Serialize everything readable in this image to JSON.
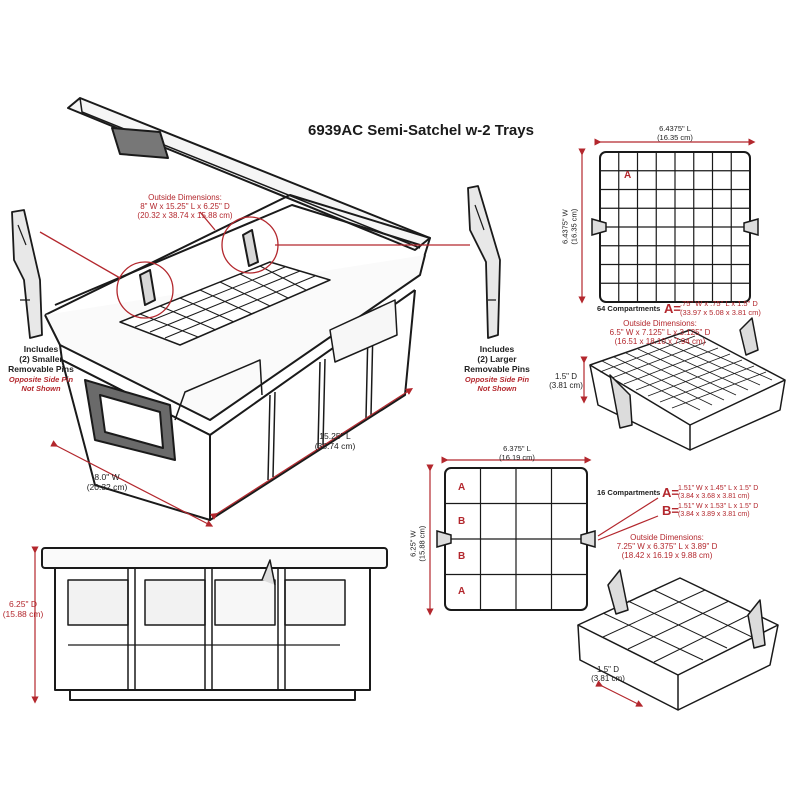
{
  "title": "6939AC Semi-Satchel w-2 Trays",
  "main_box": {
    "outside_heading": "Outside Dimensions:",
    "outside_in": "8\" W x 15.25\" L x 6.25\" D",
    "outside_cm": "(20.32 x 38.74 x 15.88 cm)",
    "length_in": "15.25\" L",
    "length_cm": "(38.74 cm)",
    "width_in": "8.0\" W",
    "width_cm": "(20.32 cm)",
    "left_pins": [
      "Includes",
      "(2) Smaller",
      "Removable Pins"
    ],
    "right_pins": [
      "Includes",
      "(2) Larger",
      "Removable Pins"
    ],
    "pin_note": [
      "Opposite Side Pin",
      "Not Shown"
    ]
  },
  "side_view": {
    "depth_in": "6.25\" D",
    "depth_cm": "(15.88 cm)"
  },
  "tray64": {
    "length_in": "6.4375\" L",
    "length_cm": "(16.35 cm)",
    "width_in": "6.4375\" W",
    "width_cm": "(16.35 cm)",
    "cell_label": "A",
    "compartments": "64 Compartments",
    "a_label": "A=",
    "a_in": ".75\" W x .75\" L x 1.5\" D",
    "a_cm": "(33.97 x 5.08 x 3.81 cm)",
    "outside_heading": "Outside Dimensions:",
    "outside_in": "6.5\" W x 7.125\" L x 3.125\" D",
    "outside_cm": "(16.51 x 18.10 x 7.94 cm)",
    "depth_in": "1.5\" D",
    "depth_cm": "(3.81 cm)"
  },
  "tray16": {
    "length_in": "6.375\" L",
    "length_cm": "(16.19 cm)",
    "width_in": "6.25\" W",
    "width_cm": "(15.88 cm)",
    "row_labels": [
      "A",
      "B",
      "B",
      "A"
    ],
    "compartments": "16 Compartments",
    "a_label": "A=",
    "a_in": "1.51\" W x 1.45\" L x 1.5\" D",
    "a_cm": "(3.84 x 3.68 x 3.81 cm)",
    "b_label": "B=",
    "b_in": "1.51\" W x 1.53\" L x 1.5\" D",
    "b_cm": "(3.84 x 3.89 x 3.81 cm)",
    "outside_heading": "Outside Dimensions:",
    "outside_in": "7.25\" W x 6.375\" L x 3.89\" D",
    "outside_cm": "(18.42 x 16.19 x 9.88 cm)",
    "depth_in": "1.5\" D",
    "depth_cm": "(3.81 cm)"
  }
}
